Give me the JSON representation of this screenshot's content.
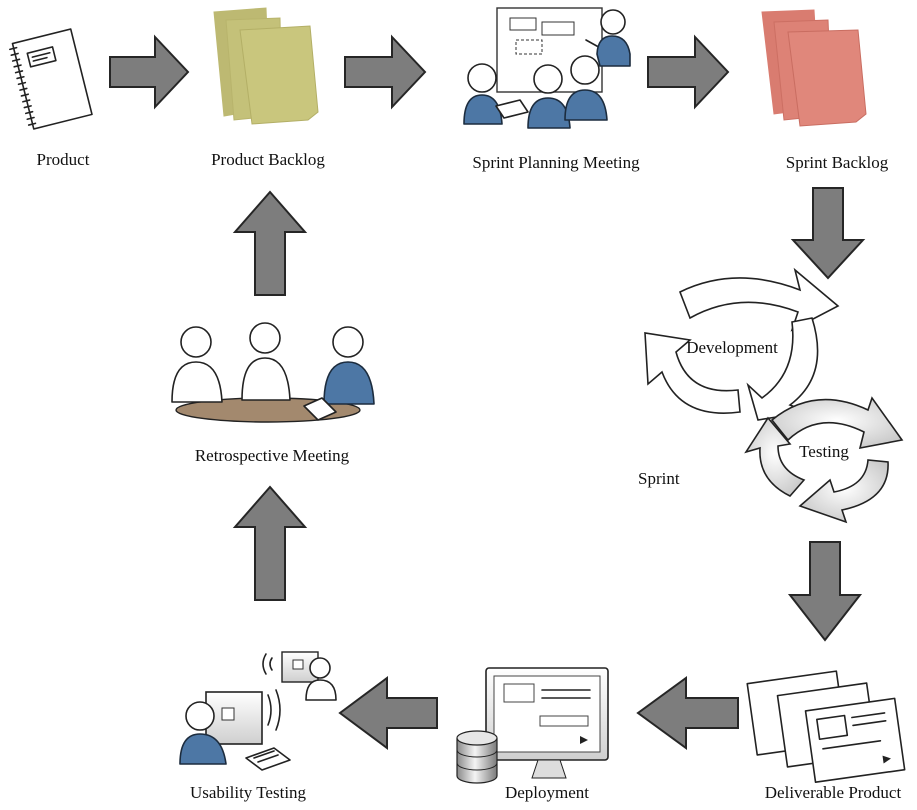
{
  "diagram": {
    "nodes": {
      "product": "Product",
      "product_backlog": "Product Backlog",
      "sprint_planning": "Sprint Planning Meeting",
      "sprint_backlog": "Sprint Backlog",
      "development": "Development",
      "testing": "Testing",
      "sprint": "Sprint",
      "deliverable_product": "Deliverable Product",
      "deployment": "Deployment",
      "usability_testing": "Usability Testing",
      "retrospective_meeting": "Retrospective Meeting"
    },
    "flow": [
      "Product",
      "Product Backlog",
      "Sprint Planning Meeting",
      "Sprint Backlog",
      "Sprint",
      "Deliverable Product",
      "Deployment",
      "Usability Testing",
      "Retrospective Meeting",
      "Product Backlog"
    ],
    "colors": {
      "arrow_fill": "#7d7d7d",
      "arrow_stroke": "#262626",
      "product_backlog_cards": "#c9c67d",
      "sprint_backlog_cards": "#e0877b",
      "person_highlight": "#4d77a5",
      "table": "#a3896e",
      "cycle_fill": "#ececec"
    }
  }
}
